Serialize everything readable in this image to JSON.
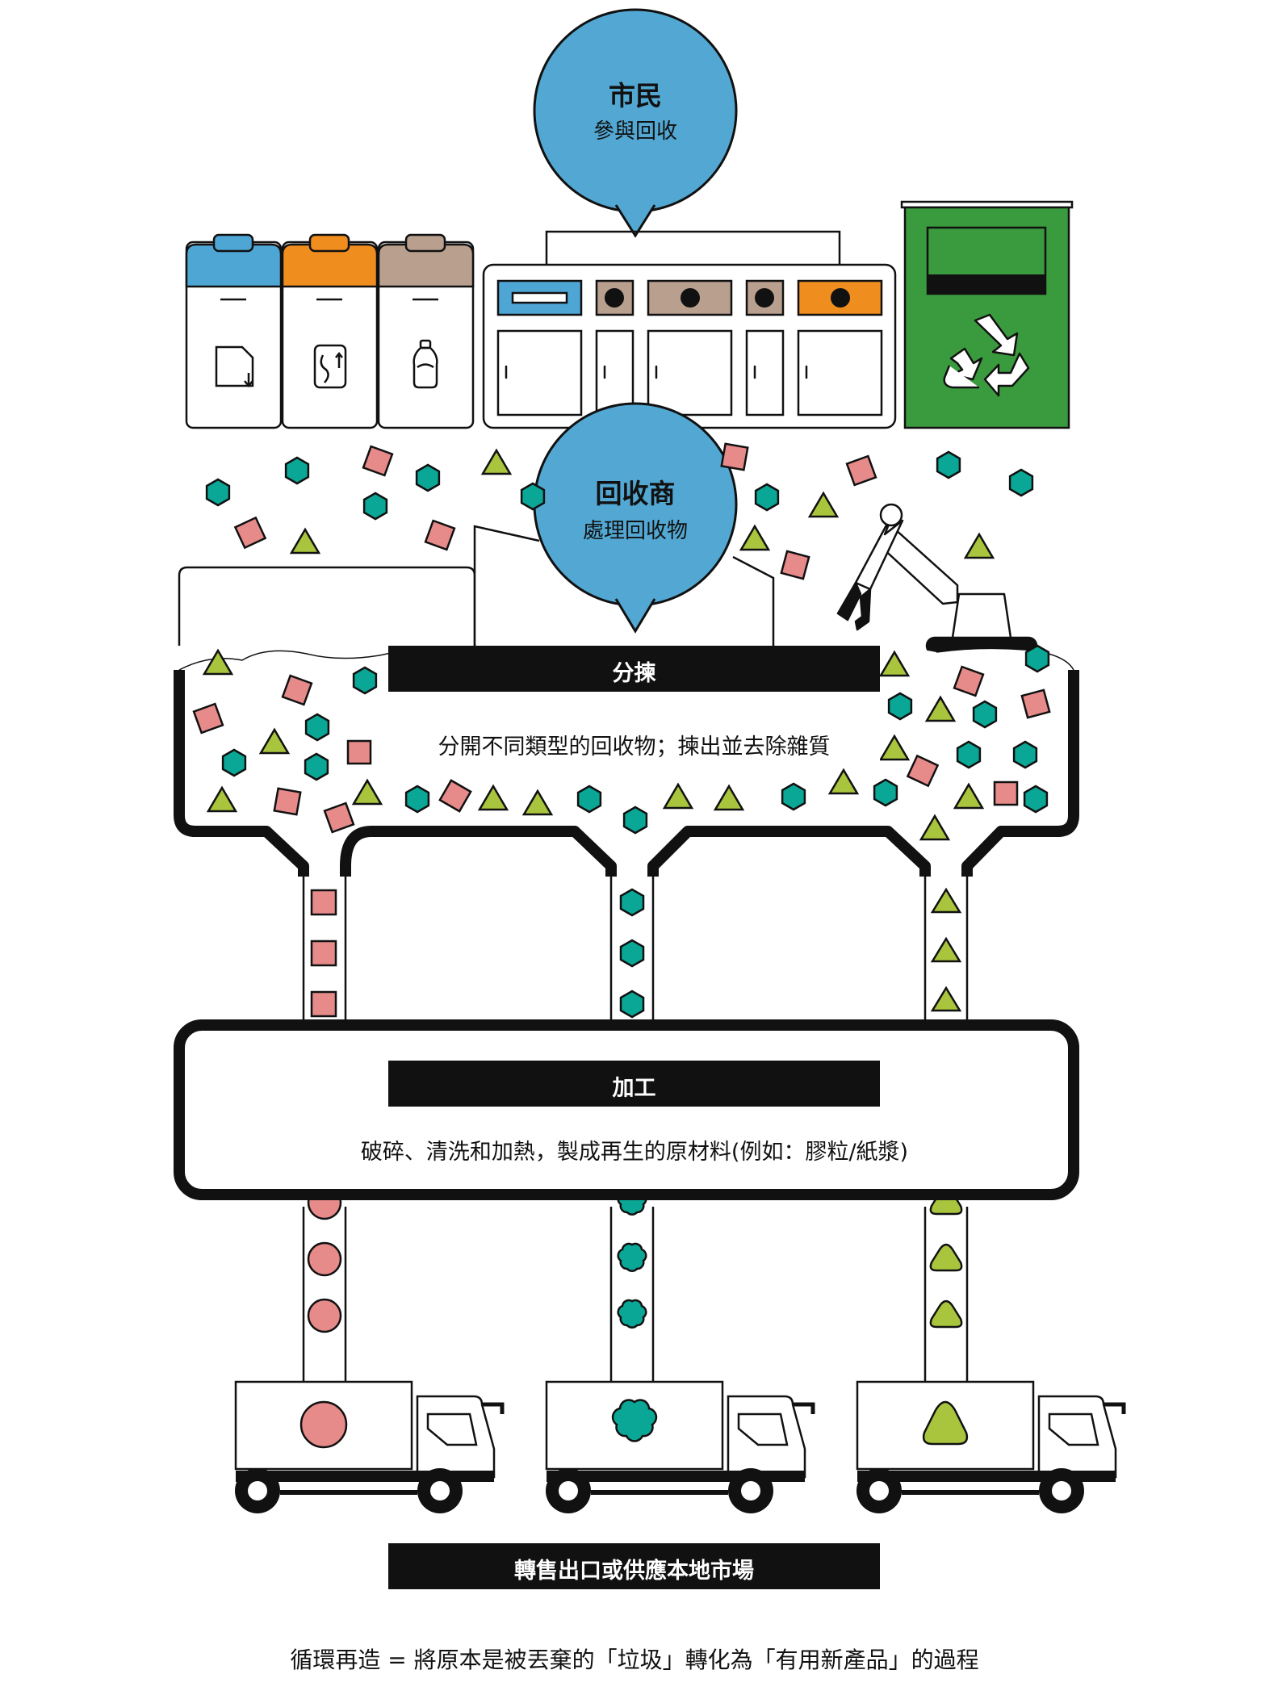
{
  "citizen": {
    "title": "市民",
    "subtitle": "參與回收"
  },
  "recycler": {
    "title": "回收商",
    "subtitle": "處理回收物"
  },
  "sorting": {
    "label": "分揀",
    "description": "分開不同類型的回收物；揀出並去除雜質"
  },
  "processing": {
    "label": "加工",
    "description": "破碎、清洗和加熱，製成再生的原材料(例如：膠粒/紙漿)"
  },
  "market": {
    "label": "轉售出口或供應本地市場"
  },
  "footer": {
    "text": "循環再造 = 將原本是被丟棄的「垃圾」轉化為「有用新產品」的過程"
  },
  "colors": {
    "bubble_blue": "#52a8d3",
    "paper_blue": "#4ea6d5",
    "metal_orange": "#f08d1f",
    "plastic_brown": "#b99f8d",
    "bin_green": "#3a9a3e",
    "pink": "#e68a8a",
    "teal": "#0ba796",
    "lime": "#a8c53d",
    "black": "#111111"
  },
  "icons": [
    "paper-icon",
    "metal-can-icon",
    "plastic-bottle-icon",
    "recycle-icon",
    "robotic-arm-icon",
    "truck-icon"
  ]
}
